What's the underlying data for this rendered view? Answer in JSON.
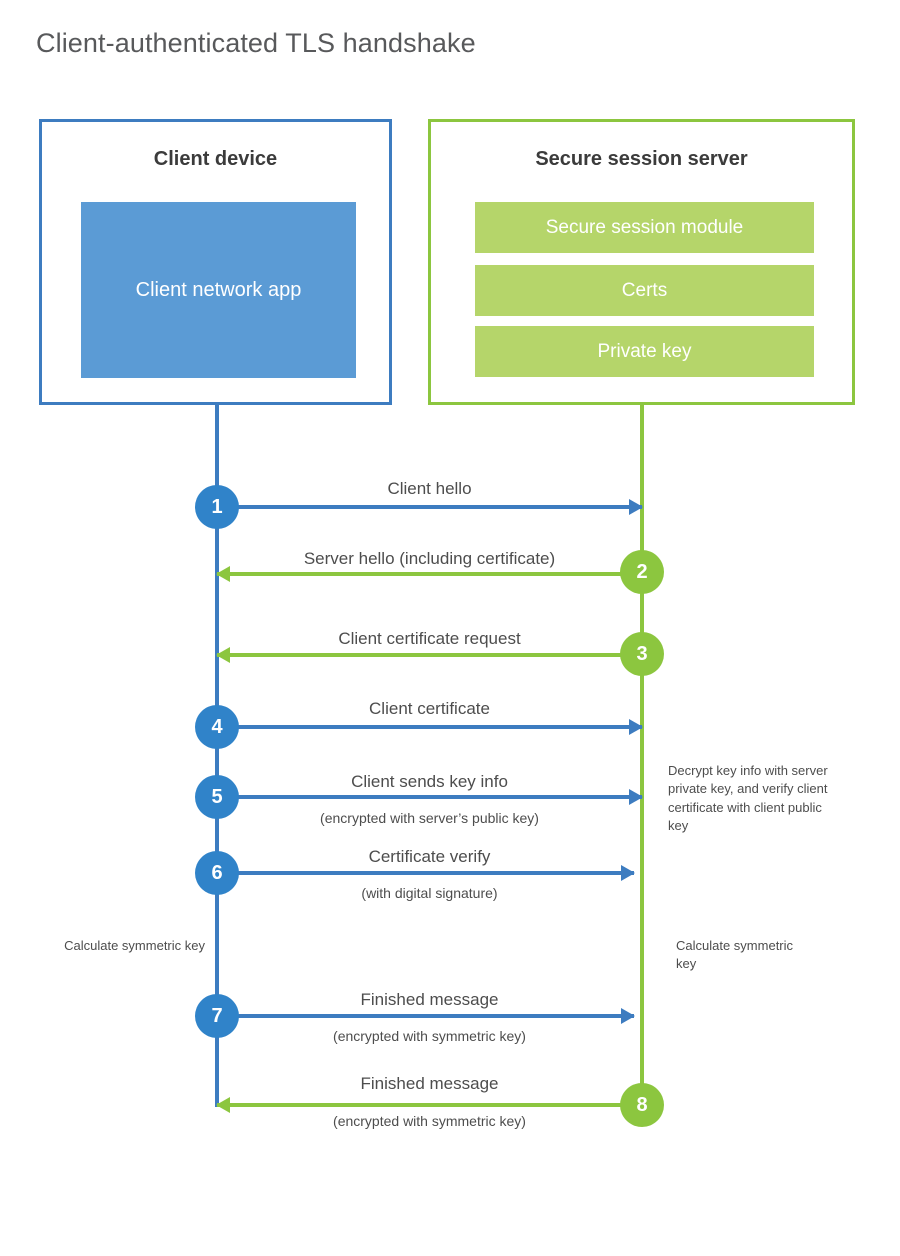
{
  "title": "Client-authenticated TLS handshake",
  "colors": {
    "client_blue": "#3d7cc0",
    "client_circle_blue": "#3083c9",
    "client_app_fill": "#5b9bd5",
    "server_green": "#8cc63f",
    "server_module_fill": "#b5d56a",
    "text_gray": "#4d4d4d",
    "title_gray": "#58595b",
    "background": "#ffffff"
  },
  "client": {
    "title": "Client device",
    "app_label": "Client network app"
  },
  "server": {
    "title": "Secure session server",
    "modules": [
      {
        "label": "Secure session module"
      },
      {
        "label": "Certs"
      },
      {
        "label": "Private key"
      }
    ]
  },
  "steps": [
    {
      "number": "1",
      "label": "Client hello",
      "sublabel": "",
      "direction": "client-to-server"
    },
    {
      "number": "2",
      "label": "Server hello (including certificate)",
      "sublabel": "",
      "direction": "server-to-client"
    },
    {
      "number": "3",
      "label": "Client certificate request",
      "sublabel": "",
      "direction": "server-to-client"
    },
    {
      "number": "4",
      "label": "Client certificate",
      "sublabel": "",
      "direction": "client-to-server"
    },
    {
      "number": "5",
      "label": "Client sends key info",
      "sublabel": "(encrypted with server’s public key)",
      "direction": "client-to-server"
    },
    {
      "number": "6",
      "label": "Certificate verify",
      "sublabel": "(with digital signature)",
      "direction": "client-to-server"
    },
    {
      "number": "7",
      "label": "Finished message",
      "sublabel": "(encrypted with symmetric key)",
      "direction": "client-to-server"
    },
    {
      "number": "8",
      "label": "Finished message",
      "sublabel": "(encrypted with symmetric key)",
      "direction": "server-to-client"
    }
  ],
  "notes": {
    "server_decrypt": "Decrypt key info with server private key, and verify client certificate with client public key",
    "client_calculate": "Calculate symmetric key",
    "server_calculate": "Calculate symmetric key"
  }
}
